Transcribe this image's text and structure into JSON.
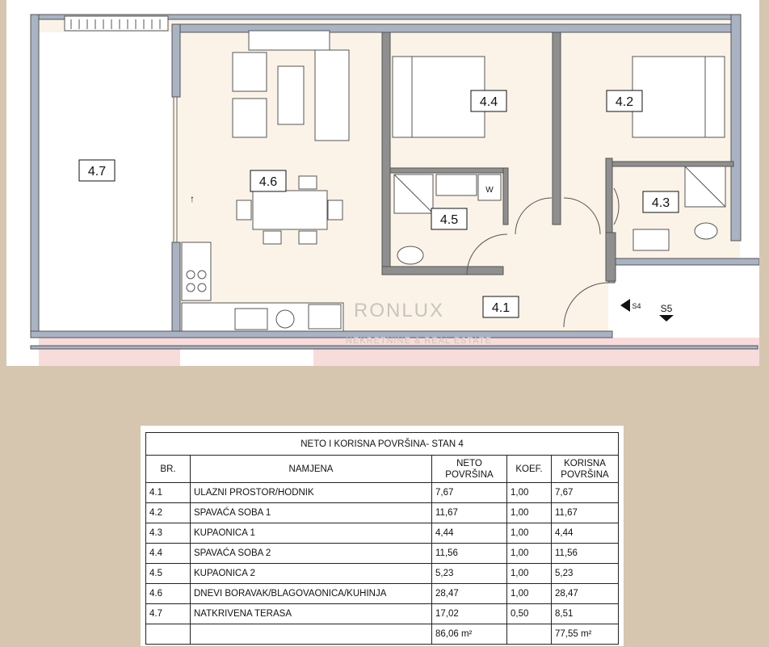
{
  "plan": {
    "rooms": [
      {
        "id": "4.1",
        "label": "4.1"
      },
      {
        "id": "4.2",
        "label": "4.2"
      },
      {
        "id": "4.3",
        "label": "4.3"
      },
      {
        "id": "4.4",
        "label": "4.4"
      },
      {
        "id": "4.5",
        "label": "4.5"
      },
      {
        "id": "4.6",
        "label": "4.6"
      },
      {
        "id": "4.7",
        "label": "4.7"
      }
    ],
    "stair_label": "S5",
    "stair_label_2": "S4",
    "washer_label": "W",
    "watermark": "RONLUX",
    "watermark_sub": "NEKRETNINE & REAL ESTATE"
  },
  "table": {
    "title": "NETO I KORISNA POVRŠINA- STAN 4",
    "headers": {
      "br": "BR.",
      "namjena": "NAMJENA",
      "neto_1": "NETO",
      "neto_2": "POVRŠINA",
      "koef": "KOEF.",
      "korisna_1": "KORISNA",
      "korisna_2": "POVRŠINA"
    },
    "rows": [
      {
        "br": "4.1",
        "namjena": "ULAZNI PROSTOR/HODNIK",
        "neto": "7,67",
        "koef": "1,00",
        "korisna": "7,67"
      },
      {
        "br": "4.2",
        "namjena": "SPAVAĆA SOBA 1",
        "neto": "11,67",
        "koef": "1,00",
        "korisna": "11,67"
      },
      {
        "br": "4.3",
        "namjena": "KUPAONICA 1",
        "neto": "4,44",
        "koef": "1,00",
        "korisna": "4,44"
      },
      {
        "br": "4.4",
        "namjena": "SPAVAĆA SOBA 2",
        "neto": "11,56",
        "koef": "1,00",
        "korisna": "11,56"
      },
      {
        "br": "4.5",
        "namjena": "KUPAONICA 2",
        "neto": "5,23",
        "koef": "1,00",
        "korisna": "5,23"
      },
      {
        "br": "4.6",
        "namjena": "DNEVI BORAVAK/BLAGOVAONICA/KUHINJA",
        "neto": "28,47",
        "koef": "1,00",
        "korisna": "28,47"
      },
      {
        "br": "4.7",
        "namjena": "NATKRIVENA TERASA",
        "neto": "17,02",
        "koef": "0,50",
        "korisna": "8,51"
      }
    ],
    "totals": {
      "br": "",
      "namjena": "",
      "neto": "86,06 m²",
      "koef": "",
      "korisna": "77,55 m²"
    }
  },
  "colors": {
    "background": "#d6c6b0",
    "floor": "#fbf3e7",
    "wall": "#8f8f8f",
    "wall_fill": "#a9b3c4",
    "neighbour": "#f8dcdc"
  }
}
